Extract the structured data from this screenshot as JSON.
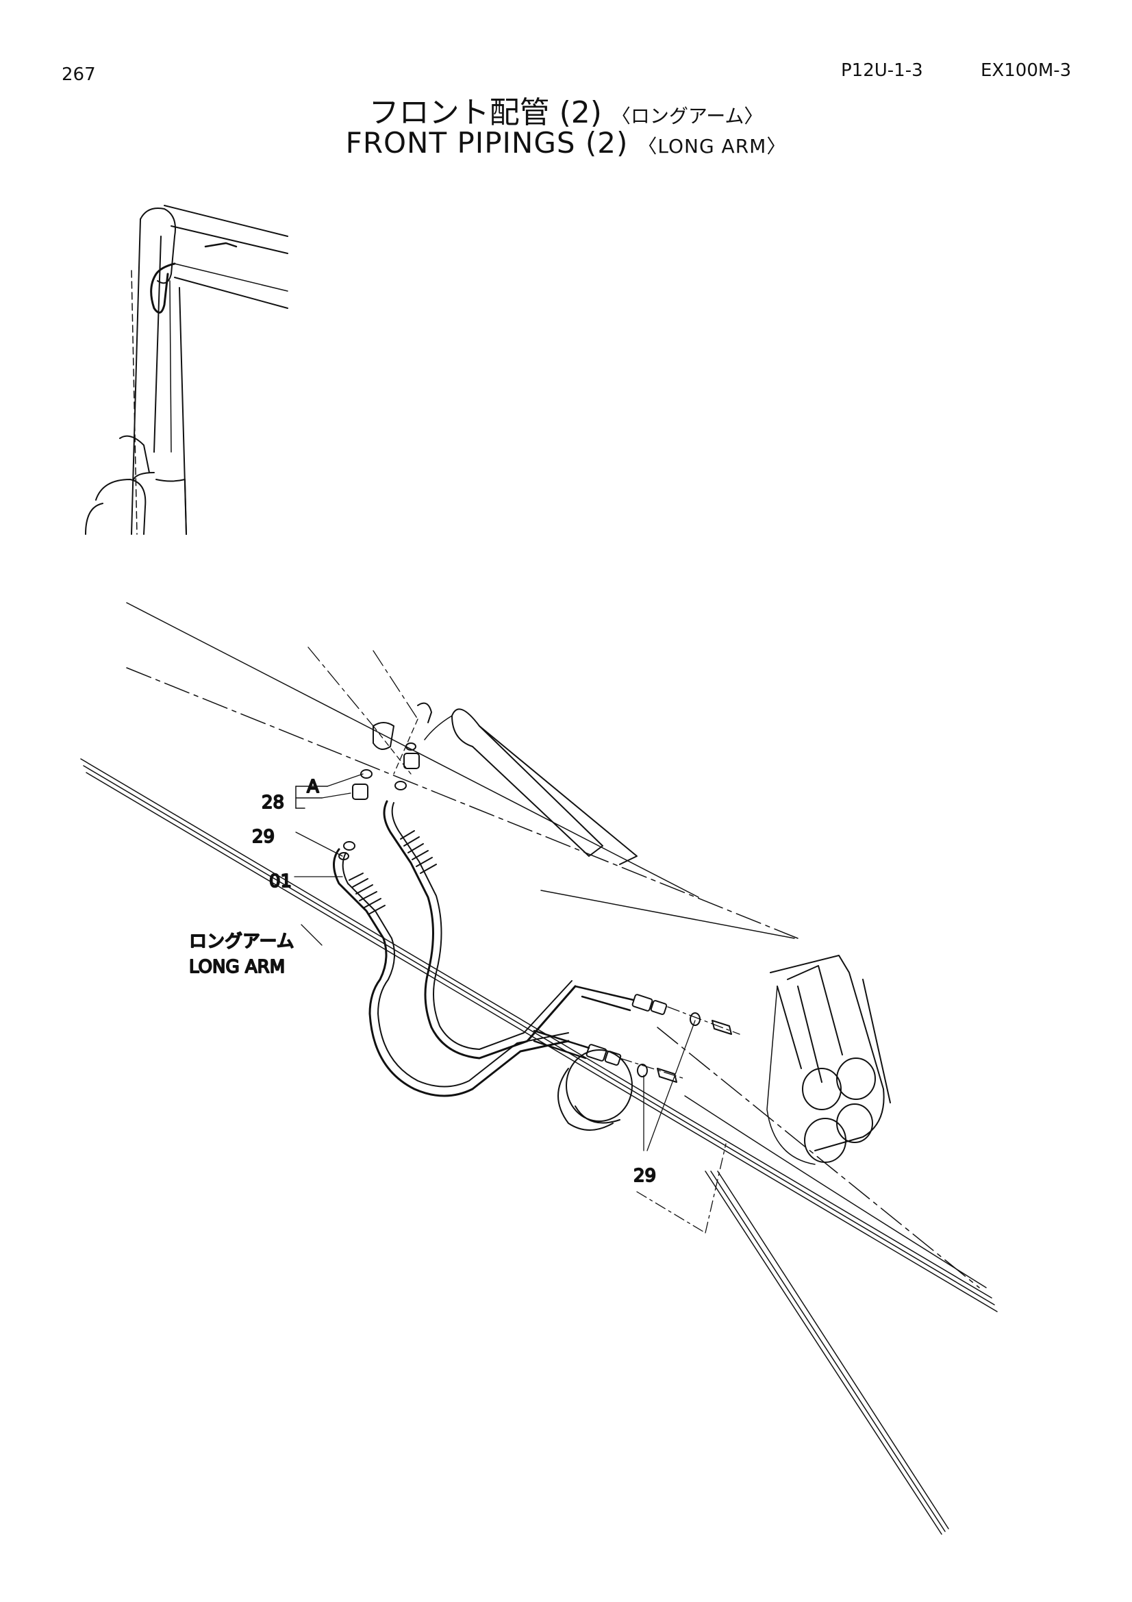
{
  "header": {
    "page_number": "267",
    "doc_code": "P12U-1-3",
    "model": "EX100M-3"
  },
  "title": {
    "jp": "フロント配管 (2)",
    "jp_sub": "〈ロングアーム〉",
    "en": "FRONT PIPINGS (2)",
    "en_sub": "〈LONG ARM〉"
  },
  "callouts": {
    "a": "A",
    "p28": "28",
    "p29_top": "29",
    "p01": "01",
    "p29_bottom": "29"
  },
  "arm_label": {
    "jp": "ロングアーム",
    "en": "LONG ARM"
  }
}
